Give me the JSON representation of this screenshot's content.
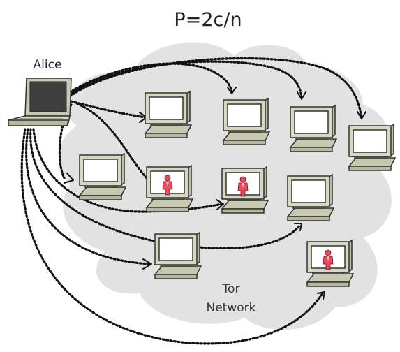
{
  "title": "P=2c/n",
  "client_label": "Alice",
  "network_label_line1": "Tor",
  "network_label_line2": "Network",
  "colors": {
    "cloud": "#e2e2e2",
    "monitor_body": "#d8d8c2",
    "monitor_outline": "#333333",
    "compromised_person": "#e84a5f",
    "path": "#111111"
  },
  "nodes": [
    {
      "id": "n1",
      "compromised": false
    },
    {
      "id": "n2",
      "compromised": false
    },
    {
      "id": "n3",
      "compromised": false
    },
    {
      "id": "n4",
      "compromised": false
    },
    {
      "id": "n5",
      "compromised": false
    },
    {
      "id": "n6",
      "compromised": true
    },
    {
      "id": "n7",
      "compromised": true
    },
    {
      "id": "n8",
      "compromised": false
    },
    {
      "id": "n9",
      "compromised": false
    },
    {
      "id": "n10",
      "compromised": true
    }
  ]
}
